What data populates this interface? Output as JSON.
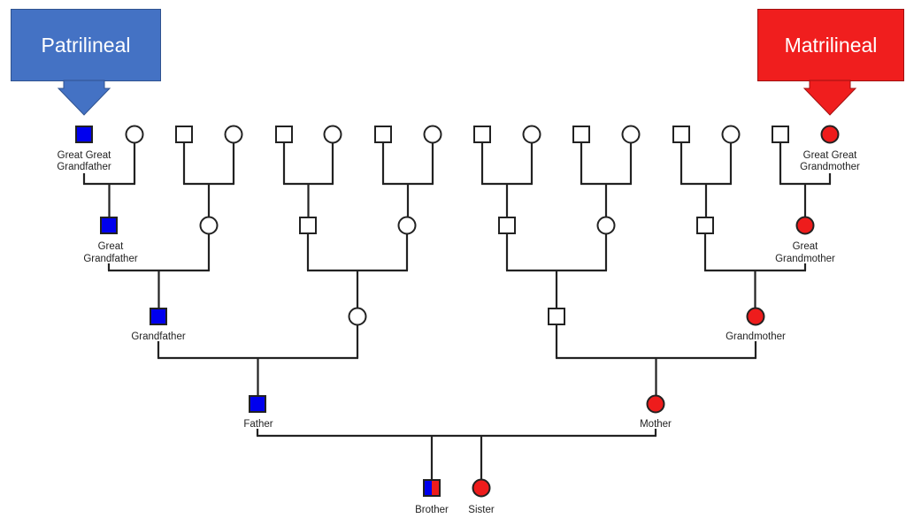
{
  "callouts": {
    "patrilineal": "Patrilineal",
    "matrilineal": "Matrilineal"
  },
  "colors": {
    "patrilineal": "#4472c4",
    "matrilineal": "#f01e1e",
    "male_line": "#0000ee",
    "female_line": "#ee1c1c",
    "unfilled": "#ffffff",
    "line": "#222222"
  },
  "labels": {
    "great_great_grandfather": [
      "Great Great",
      "Grandfather"
    ],
    "great_great_grandmother": [
      "Great Great",
      "Grandmother"
    ],
    "great_grandfather": [
      "Great",
      "Grandfather"
    ],
    "great_grandmother": [
      "Great",
      "Grandmother"
    ],
    "grandfather": "Grandfather",
    "grandmother": "Grandmother",
    "father": "Father",
    "mother": "Mother",
    "brother": "Brother",
    "sister": "Sister"
  }
}
